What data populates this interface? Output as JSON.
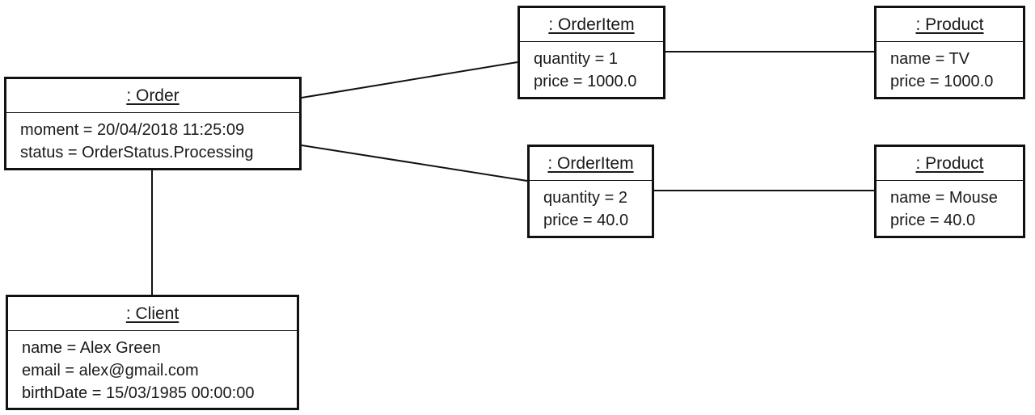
{
  "objects": {
    "order": {
      "title": ": Order",
      "attributes": [
        "moment = 20/04/2018 11:25:09",
        "status = OrderStatus.Processing"
      ]
    },
    "item1": {
      "title": ": OrderItem",
      "attributes": [
        "quantity = 1",
        "price = 1000.0"
      ]
    },
    "item2": {
      "title": ": OrderItem",
      "attributes": [
        "quantity = 2",
        "price = 40.0"
      ]
    },
    "product1": {
      "title": ": Product",
      "attributes": [
        "name = TV",
        "price = 1000.0"
      ]
    },
    "product2": {
      "title": ": Product",
      "attributes": [
        "name = Mouse",
        "price = 40.0"
      ]
    },
    "client": {
      "title": ": Client",
      "attributes": [
        "name = Alex Green",
        "email = alex@gmail.com",
        "birthDate = 15/03/1985 00:00:00"
      ]
    }
  },
  "links": [
    {
      "from": "order",
      "to": "item1"
    },
    {
      "from": "order",
      "to": "item2"
    },
    {
      "from": "item1",
      "to": "product1"
    },
    {
      "from": "item2",
      "to": "product2"
    },
    {
      "from": "order",
      "to": "client"
    }
  ]
}
